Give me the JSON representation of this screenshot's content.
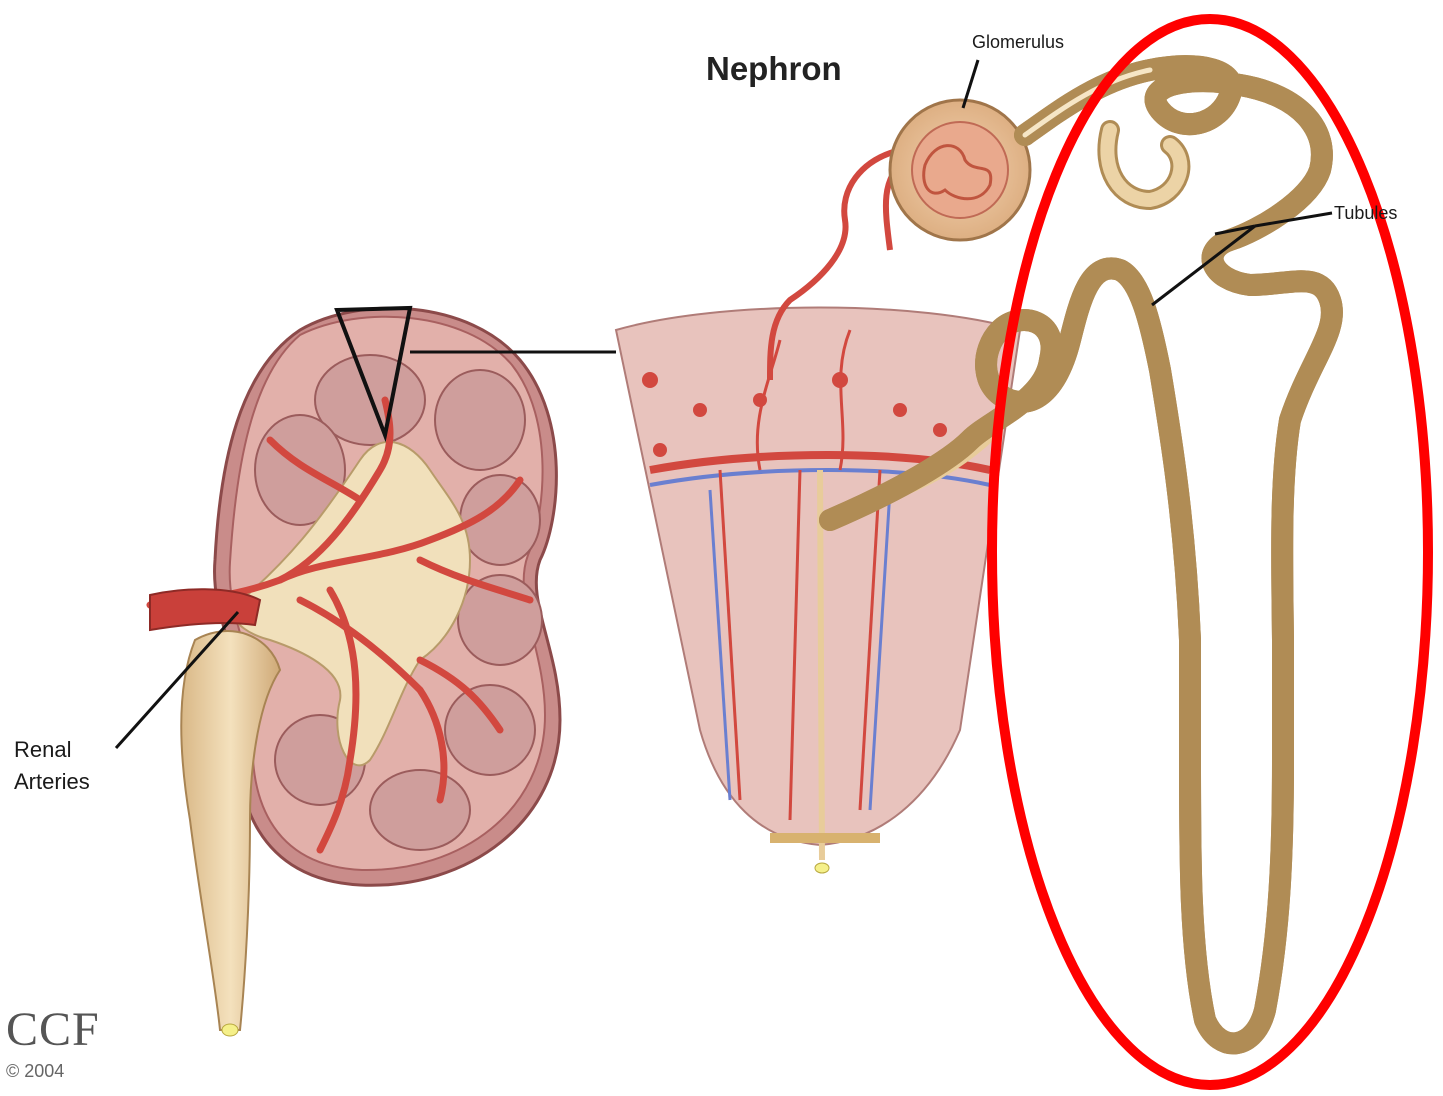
{
  "diagram": {
    "title": "Nephron",
    "labels": {
      "glomerulus": "Glomerulus",
      "tubules": "Tubules",
      "renal_line1": "Renal",
      "renal_line2": "Arteries"
    },
    "watermark": {
      "logo": "CCF",
      "copyright": "© 2004"
    },
    "colors": {
      "tubule": "#e8cc9a",
      "tubule_outline": "#b08c55",
      "tissue": "#e4b7b1",
      "artery": "#d2483f",
      "vein": "#6a7fd0",
      "highlight_ellipse": "#ff0000"
    }
  }
}
